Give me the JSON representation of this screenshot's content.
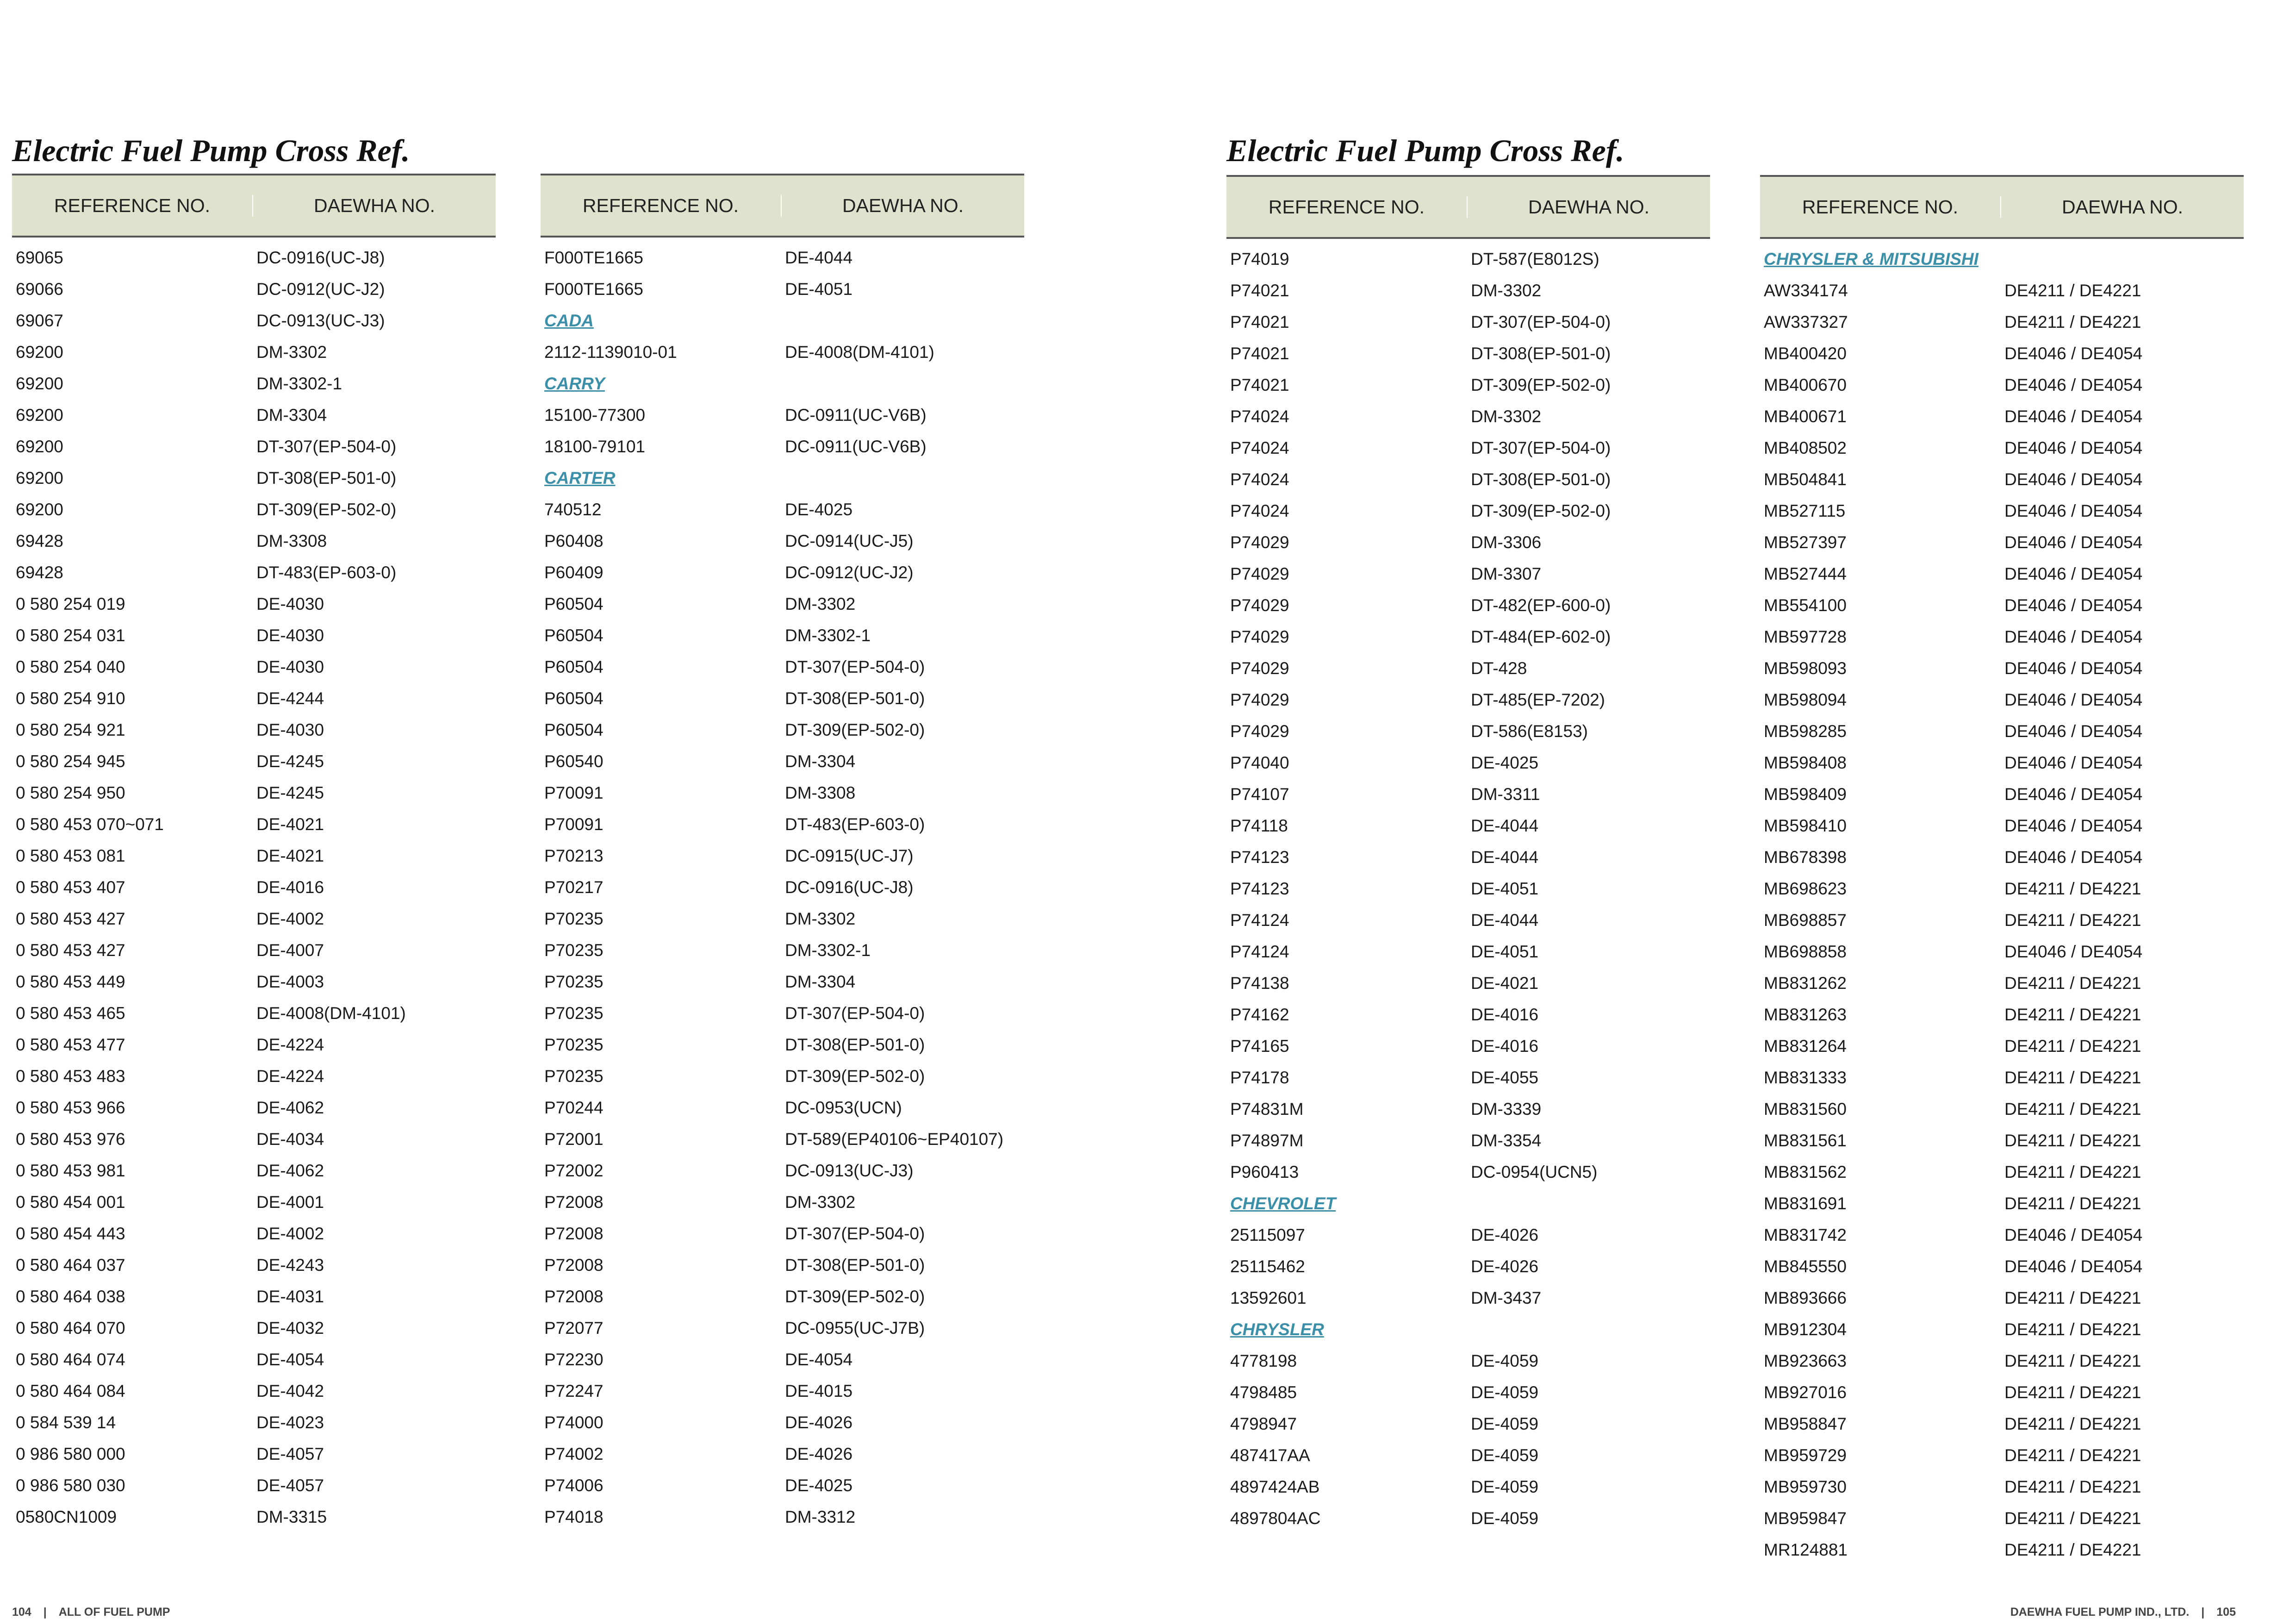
{
  "left_page": {
    "title": "Electric Fuel Pump Cross Ref.",
    "footer": {
      "page_number": "104",
      "separator": "|",
      "text": "ALL OF FUEL PUMP"
    },
    "columns": [
      {
        "header": {
          "reference": "REFERENCE NO.",
          "daewha": "DAEWHA NO."
        },
        "rows": [
          {
            "ref": "69065",
            "dw": "DC-0916(UC-J8)"
          },
          {
            "ref": "69066",
            "dw": "DC-0912(UC-J2)"
          },
          {
            "ref": "69067",
            "dw": "DC-0913(UC-J3)"
          },
          {
            "ref": "69200",
            "dw": "DM-3302"
          },
          {
            "ref": "69200",
            "dw": "DM-3302-1"
          },
          {
            "ref": "69200",
            "dw": "DM-3304"
          },
          {
            "ref": "69200",
            "dw": "DT-307(EP-504-0)"
          },
          {
            "ref": "69200",
            "dw": "DT-308(EP-501-0)"
          },
          {
            "ref": "69200",
            "dw": "DT-309(EP-502-0)"
          },
          {
            "ref": "69428",
            "dw": "DM-3308"
          },
          {
            "ref": "69428",
            "dw": "DT-483(EP-603-0)"
          },
          {
            "ref": "0 580 254 019",
            "dw": "DE-4030"
          },
          {
            "ref": "0 580 254 031",
            "dw": "DE-4030"
          },
          {
            "ref": "0 580 254 040",
            "dw": "DE-4030"
          },
          {
            "ref": "0 580 254 910",
            "dw": "DE-4244"
          },
          {
            "ref": "0 580 254 921",
            "dw": "DE-4030"
          },
          {
            "ref": "0 580 254 945",
            "dw": "DE-4245"
          },
          {
            "ref": "0 580 254 950",
            "dw": "DE-4245"
          },
          {
            "ref": "0 580 453 070~071",
            "dw": "DE-4021"
          },
          {
            "ref": "0 580 453 081",
            "dw": "DE-4021"
          },
          {
            "ref": "0 580 453 407",
            "dw": "DE-4016"
          },
          {
            "ref": "0 580 453 427",
            "dw": "DE-4002"
          },
          {
            "ref": "0 580 453 427",
            "dw": "DE-4007"
          },
          {
            "ref": "0 580 453 449",
            "dw": "DE-4003"
          },
          {
            "ref": "0 580 453 465",
            "dw": "DE-4008(DM-4101)"
          },
          {
            "ref": "0 580 453 477",
            "dw": "DE-4224"
          },
          {
            "ref": "0 580 453 483",
            "dw": "DE-4224"
          },
          {
            "ref": "0 580 453 966",
            "dw": "DE-4062"
          },
          {
            "ref": "0 580 453 976",
            "dw": "DE-4034"
          },
          {
            "ref": "0 580 453 981",
            "dw": "DE-4062"
          },
          {
            "ref": "0 580 454 001",
            "dw": "DE-4001"
          },
          {
            "ref": "0 580 454 443",
            "dw": "DE-4002"
          },
          {
            "ref": "0 580 464 037",
            "dw": "DE-4243"
          },
          {
            "ref": "0 580 464 038",
            "dw": "DE-4031"
          },
          {
            "ref": "0 580 464 070",
            "dw": "DE-4032"
          },
          {
            "ref": "0 580 464 074",
            "dw": "DE-4054"
          },
          {
            "ref": "0 580 464 084",
            "dw": "DE-4042"
          },
          {
            "ref": "0 584 539 14",
            "dw": "DE-4023"
          },
          {
            "ref": "0 986 580 000",
            "dw": "DE-4057"
          },
          {
            "ref": "0 986 580 030",
            "dw": "DE-4057"
          },
          {
            "ref": "0580CN1009",
            "dw": "DM-3315"
          }
        ]
      },
      {
        "header": {
          "reference": "REFERENCE NO.",
          "daewha": "DAEWHA NO."
        },
        "rows": [
          {
            "ref": "F000TE1665",
            "dw": "DE-4044"
          },
          {
            "ref": "F000TE1665",
            "dw": "DE-4051"
          },
          {
            "ref": "CADA",
            "dw": "",
            "brand": true
          },
          {
            "ref": "2112-1139010-01",
            "dw": "DE-4008(DM-4101)"
          },
          {
            "ref": "CARRY",
            "dw": "",
            "brand": true
          },
          {
            "ref": "15100-77300",
            "dw": "DC-0911(UC-V6B)"
          },
          {
            "ref": "18100-79101",
            "dw": "DC-0911(UC-V6B)"
          },
          {
            "ref": "CARTER",
            "dw": "",
            "brand": true
          },
          {
            "ref": "740512",
            "dw": "DE-4025"
          },
          {
            "ref": "P60408",
            "dw": "DC-0914(UC-J5)"
          },
          {
            "ref": "P60409",
            "dw": "DC-0912(UC-J2)"
          },
          {
            "ref": "P60504",
            "dw": "DM-3302"
          },
          {
            "ref": "P60504",
            "dw": "DM-3302-1"
          },
          {
            "ref": "P60504",
            "dw": "DT-307(EP-504-0)"
          },
          {
            "ref": "P60504",
            "dw": "DT-308(EP-501-0)"
          },
          {
            "ref": "P60504",
            "dw": "DT-309(EP-502-0)"
          },
          {
            "ref": "P60540",
            "dw": "DM-3304"
          },
          {
            "ref": "P70091",
            "dw": "DM-3308"
          },
          {
            "ref": "P70091",
            "dw": "DT-483(EP-603-0)"
          },
          {
            "ref": "P70213",
            "dw": "DC-0915(UC-J7)"
          },
          {
            "ref": "P70217",
            "dw": "DC-0916(UC-J8)"
          },
          {
            "ref": "P70235",
            "dw": "DM-3302"
          },
          {
            "ref": "P70235",
            "dw": "DM-3302-1"
          },
          {
            "ref": "P70235",
            "dw": "DM-3304"
          },
          {
            "ref": "P70235",
            "dw": "DT-307(EP-504-0)"
          },
          {
            "ref": "P70235",
            "dw": "DT-308(EP-501-0)"
          },
          {
            "ref": "P70235",
            "dw": "DT-309(EP-502-0)"
          },
          {
            "ref": "P70244",
            "dw": "DC-0953(UCN)"
          },
          {
            "ref": "P72001",
            "dw": "DT-589(EP40106~EP40107)"
          },
          {
            "ref": "P72002",
            "dw": "DC-0913(UC-J3)"
          },
          {
            "ref": "P72008",
            "dw": "DM-3302"
          },
          {
            "ref": "P72008",
            "dw": "DT-307(EP-504-0)"
          },
          {
            "ref": "P72008",
            "dw": "DT-308(EP-501-0)"
          },
          {
            "ref": "P72008",
            "dw": "DT-309(EP-502-0)"
          },
          {
            "ref": "P72077",
            "dw": "DC-0955(UC-J7B)"
          },
          {
            "ref": "P72230",
            "dw": "DE-4054"
          },
          {
            "ref": "P72247",
            "dw": "DE-4015"
          },
          {
            "ref": "P74000",
            "dw": "DE-4026"
          },
          {
            "ref": "P74002",
            "dw": "DE-4026"
          },
          {
            "ref": "P74006",
            "dw": "DE-4025"
          },
          {
            "ref": "P74018",
            "dw": "DM-3312"
          }
        ]
      }
    ]
  },
  "right_page": {
    "title": "Electric Fuel Pump Cross Ref.",
    "footer": {
      "text": "DAEWHA FUEL PUMP IND., LTD.",
      "separator": "|",
      "page_number": "105"
    },
    "columns": [
      {
        "header": {
          "reference": "REFERENCE NO.",
          "daewha": "DAEWHA NO."
        },
        "rows": [
          {
            "ref": "P74019",
            "dw": "DT-587(E8012S)"
          },
          {
            "ref": "P74021",
            "dw": "DM-3302"
          },
          {
            "ref": "P74021",
            "dw": "DT-307(EP-504-0)"
          },
          {
            "ref": "P74021",
            "dw": "DT-308(EP-501-0)"
          },
          {
            "ref": "P74021",
            "dw": "DT-309(EP-502-0)"
          },
          {
            "ref": "P74024",
            "dw": "DM-3302"
          },
          {
            "ref": "P74024",
            "dw": "DT-307(EP-504-0)"
          },
          {
            "ref": "P74024",
            "dw": "DT-308(EP-501-0)"
          },
          {
            "ref": "P74024",
            "dw": "DT-309(EP-502-0)"
          },
          {
            "ref": "P74029",
            "dw": "DM-3306"
          },
          {
            "ref": "P74029",
            "dw": "DM-3307"
          },
          {
            "ref": "P74029",
            "dw": "DT-482(EP-600-0)"
          },
          {
            "ref": "P74029",
            "dw": "DT-484(EP-602-0)"
          },
          {
            "ref": "P74029",
            "dw": "DT-428"
          },
          {
            "ref": "P74029",
            "dw": "DT-485(EP-7202)"
          },
          {
            "ref": "P74029",
            "dw": "DT-586(E8153)"
          },
          {
            "ref": "P74040",
            "dw": "DE-4025"
          },
          {
            "ref": "P74107",
            "dw": "DM-3311"
          },
          {
            "ref": "P74118",
            "dw": "DE-4044"
          },
          {
            "ref": "P74123",
            "dw": "DE-4044"
          },
          {
            "ref": "P74123",
            "dw": "DE-4051"
          },
          {
            "ref": "P74124",
            "dw": "DE-4044"
          },
          {
            "ref": "P74124",
            "dw": "DE-4051"
          },
          {
            "ref": "P74138",
            "dw": "DE-4021"
          },
          {
            "ref": "P74162",
            "dw": "DE-4016"
          },
          {
            "ref": "P74165",
            "dw": "DE-4016"
          },
          {
            "ref": "P74178",
            "dw": "DE-4055"
          },
          {
            "ref": "P74831M",
            "dw": "DM-3339"
          },
          {
            "ref": "P74897M",
            "dw": "DM-3354"
          },
          {
            "ref": "P960413",
            "dw": "DC-0954(UCN5)"
          },
          {
            "ref": "CHEVROLET",
            "dw": "",
            "brand": true
          },
          {
            "ref": "25115097",
            "dw": "DE-4026"
          },
          {
            "ref": "25115462",
            "dw": "DE-4026"
          },
          {
            "ref": "13592601",
            "dw": "DM-3437"
          },
          {
            "ref": "CHRYSLER",
            "dw": "",
            "brand": true
          },
          {
            "ref": "4778198",
            "dw": "DE-4059"
          },
          {
            "ref": "4798485",
            "dw": "DE-4059"
          },
          {
            "ref": "4798947",
            "dw": "DE-4059"
          },
          {
            "ref": "487417AA",
            "dw": "DE-4059"
          },
          {
            "ref": "4897424AB",
            "dw": "DE-4059"
          },
          {
            "ref": "4897804AC",
            "dw": "DE-4059"
          }
        ]
      },
      {
        "header": {
          "reference": "REFERENCE NO.",
          "daewha": "DAEWHA NO."
        },
        "rows": [
          {
            "ref": "CHRYSLER & MITSUBISHI",
            "dw": "",
            "brand": true
          },
          {
            "ref": "AW334174",
            "dw": "DE4211 / DE4221"
          },
          {
            "ref": "AW337327",
            "dw": "DE4211 / DE4221"
          },
          {
            "ref": "MB400420",
            "dw": "DE4046 / DE4054"
          },
          {
            "ref": "MB400670",
            "dw": "DE4046 / DE4054"
          },
          {
            "ref": "MB400671",
            "dw": "DE4046 / DE4054"
          },
          {
            "ref": "MB408502",
            "dw": "DE4046 / DE4054"
          },
          {
            "ref": "MB504841",
            "dw": "DE4046 / DE4054"
          },
          {
            "ref": "MB527115",
            "dw": "DE4046 / DE4054"
          },
          {
            "ref": "MB527397",
            "dw": "DE4046 / DE4054"
          },
          {
            "ref": "MB527444",
            "dw": "DE4046 / DE4054"
          },
          {
            "ref": "MB554100",
            "dw": "DE4046 / DE4054"
          },
          {
            "ref": "MB597728",
            "dw": "DE4046 / DE4054"
          },
          {
            "ref": "MB598093",
            "dw": "DE4046 / DE4054"
          },
          {
            "ref": "MB598094",
            "dw": "DE4046 / DE4054"
          },
          {
            "ref": "MB598285",
            "dw": "DE4046 / DE4054"
          },
          {
            "ref": "MB598408",
            "dw": "DE4046 / DE4054"
          },
          {
            "ref": "MB598409",
            "dw": "DE4046 / DE4054"
          },
          {
            "ref": "MB598410",
            "dw": "DE4046 / DE4054"
          },
          {
            "ref": "MB678398",
            "dw": "DE4046 / DE4054"
          },
          {
            "ref": "MB698623",
            "dw": "DE4211 / DE4221"
          },
          {
            "ref": "MB698857",
            "dw": "DE4211 / DE4221"
          },
          {
            "ref": "MB698858",
            "dw": "DE4046 / DE4054"
          },
          {
            "ref": "MB831262",
            "dw": "DE4211 / DE4221"
          },
          {
            "ref": "MB831263",
            "dw": "DE4211 / DE4221"
          },
          {
            "ref": "MB831264",
            "dw": "DE4211 / DE4221"
          },
          {
            "ref": "MB831333",
            "dw": "DE4211 / DE4221"
          },
          {
            "ref": "MB831560",
            "dw": "DE4211 / DE4221"
          },
          {
            "ref": "MB831561",
            "dw": "DE4211 / DE4221"
          },
          {
            "ref": "MB831562",
            "dw": "DE4211 / DE4221"
          },
          {
            "ref": "MB831691",
            "dw": "DE4211 / DE4221"
          },
          {
            "ref": "MB831742",
            "dw": "DE4046 / DE4054"
          },
          {
            "ref": "MB845550",
            "dw": "DE4046 / DE4054"
          },
          {
            "ref": "MB893666",
            "dw": "DE4211 / DE4221"
          },
          {
            "ref": "MB912304",
            "dw": "DE4211 / DE4221"
          },
          {
            "ref": "MB923663",
            "dw": "DE4211 / DE4221"
          },
          {
            "ref": "MB927016",
            "dw": "DE4211 / DE4221"
          },
          {
            "ref": "MB958847",
            "dw": "DE4211 / DE4221"
          },
          {
            "ref": "MB959729",
            "dw": "DE4211 / DE4221"
          },
          {
            "ref": "MB959730",
            "dw": "DE4211 / DE4221"
          },
          {
            "ref": "MB959847",
            "dw": "DE4211 / DE4221"
          },
          {
            "ref": "MR124881",
            "dw": "DE4211 / DE4221"
          }
        ]
      }
    ]
  }
}
